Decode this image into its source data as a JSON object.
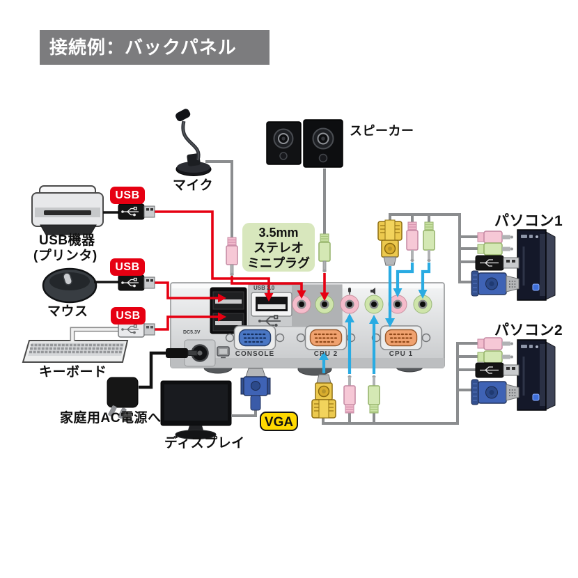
{
  "title": "接続例：バックパネル",
  "peripherals": {
    "mic": "マイク",
    "speaker": "スピーカー",
    "usb_device_line1": "USB機器",
    "usb_device_line2": "(プリンタ)",
    "mouse": "マウス",
    "keyboard": "キーボード",
    "ac_power": "家庭用AC電源へ",
    "display": "ディスプレイ",
    "pc1": "パソコン1",
    "pc2": "パソコン2"
  },
  "badges": {
    "usb": "USB",
    "vga": "VGA"
  },
  "note_3_5mm": {
    "line1": "3.5mm",
    "line2": "ステレオ",
    "line3": "ミニプラグ"
  },
  "device_panel": {
    "usb20": "USB 2.0",
    "dc": "DC5.3V",
    "console": "CONSOLE",
    "cpu2": "CPU 2",
    "cpu1": "CPU 1"
  },
  "colors": {
    "usb_cable_red": "#e60012",
    "pc_cable_cyan": "#29abe2",
    "audio_cable_gray": "#8b8d8f",
    "vga_badge_yellow": "#ffd900",
    "note_green": "#d8e7bd",
    "title_bg": "#7c7c7e"
  },
  "connections": [
    {
      "from": "USB機器(プリンタ)",
      "to": "USB 2.0",
      "cable": "red"
    },
    {
      "from": "マウス",
      "to": "USBポート上",
      "cable": "red"
    },
    {
      "from": "キーボード",
      "to": "USBポート下",
      "cable": "red"
    },
    {
      "from": "マイク",
      "to": "CONSOLE マイク端子",
      "cable": "red"
    },
    {
      "from": "スピーカー",
      "to": "CONSOLE スピーカー端子",
      "cable": "red"
    },
    {
      "from": "ディスプレイ",
      "to": "CONSOLE VGA",
      "cable": "gray"
    },
    {
      "from": "家庭用AC電源",
      "to": "DC5.3V",
      "cable": "black"
    },
    {
      "from": "パソコン1",
      "to": "CPU 1",
      "cable": "cyan"
    },
    {
      "from": "パソコン2",
      "to": "CPU 2",
      "cable": "cyan"
    }
  ]
}
